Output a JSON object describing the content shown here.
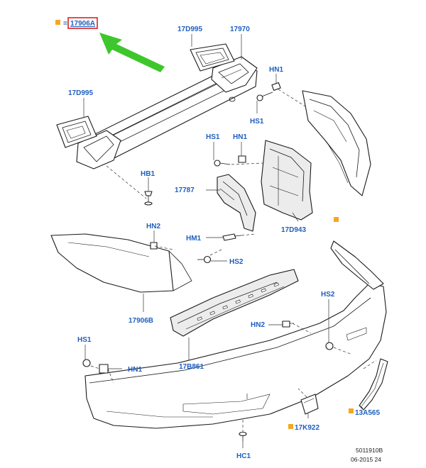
{
  "header": {
    "equals_sign": "=",
    "highlighted_part": "17906A"
  },
  "colors": {
    "label_blue": "#1f5fbf",
    "marker_orange": "#f5a623",
    "highlight_red": "#e02020",
    "arrow_green": "#3ec72c"
  },
  "callouts": {
    "p17D995_top": "17D995",
    "p17970": "17970",
    "p17D995_left": "17D995",
    "HN1_a": "HN1",
    "HS1_a": "HS1",
    "HS1_b": "HS1",
    "HN1_b": "HN1",
    "HB1": "HB1",
    "p17787": "17787",
    "p17D943": "17D943",
    "HN2_a": "HN2",
    "HM1": "HM1",
    "HS2_a": "HS2",
    "p17906B": "17906B",
    "HS2_b": "HS2",
    "HN2_b": "HN2",
    "HS1_c": "HS1",
    "HN1_c": "HN1",
    "p17B861": "17B861",
    "p13A565": "13A565",
    "p17K922": "17K922",
    "HC1": "HC1"
  },
  "footer": {
    "doc_number": "5011910B",
    "doc_date": "06-2015 24"
  }
}
